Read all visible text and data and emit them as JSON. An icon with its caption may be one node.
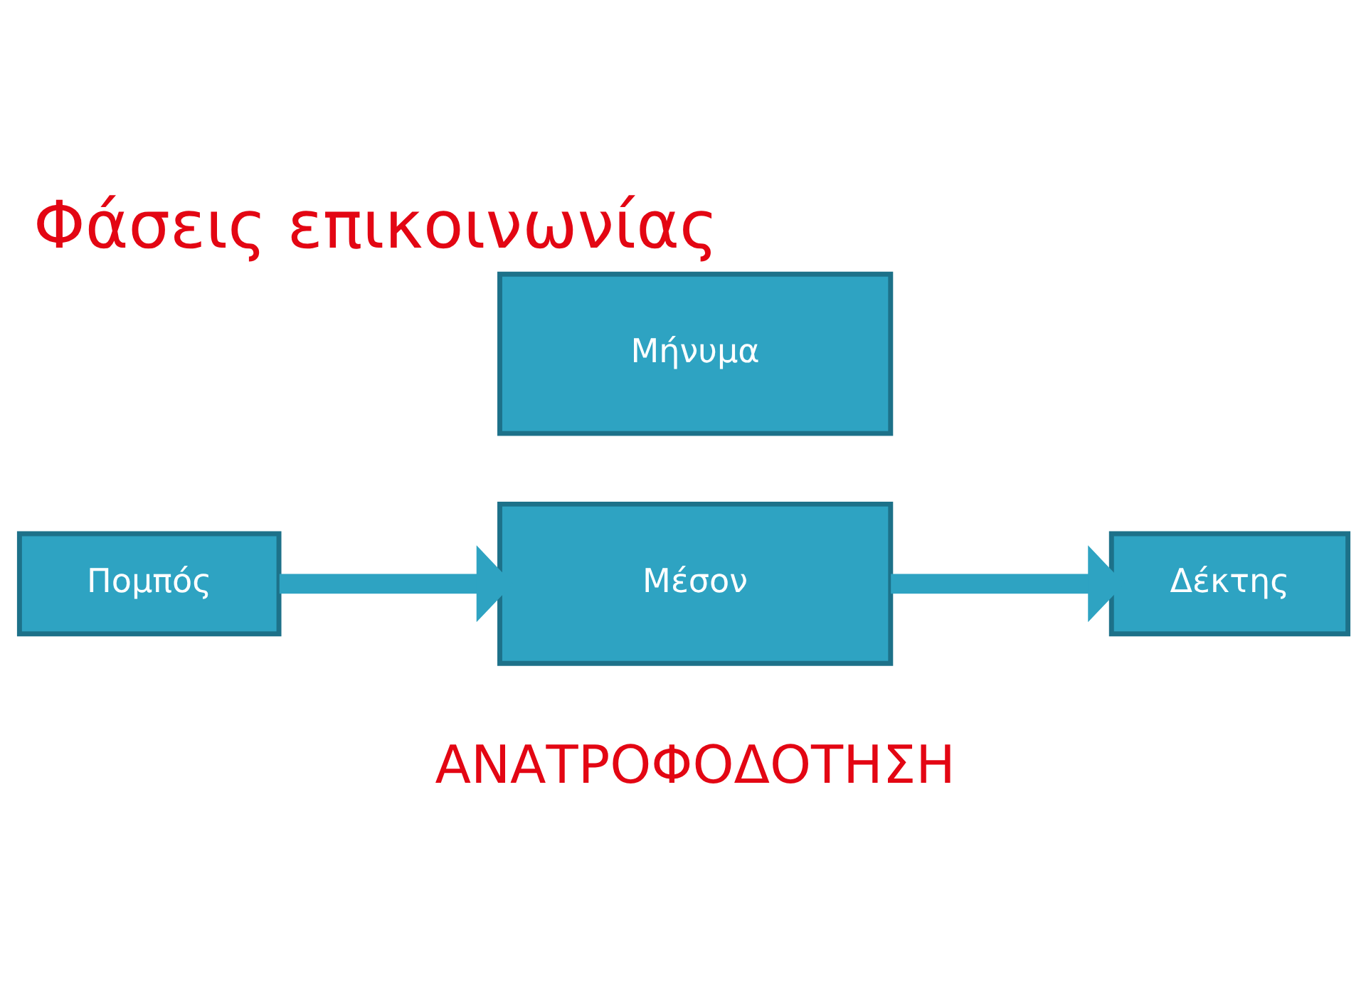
{
  "diagram": {
    "title": "Φάσεις επικοινωνίας",
    "nodes": [
      {
        "text": [
          "Μήνυμα"
        ]
      },
      {
        "text": [
          "Πομπός"
        ]
      },
      {
        "text": [
          "Δέκτης"
        ]
      },
      {
        "text": [
          "Μέσον"
        ]
      }
    ],
    "edges": [
      {
        "from": 1,
        "to": 3,
        "arrow": "to"
      },
      {
        "from": 3,
        "to": 2,
        "arrow": "to"
      }
    ],
    "labels": [
      "ΑΝΑΤΡΟΦΟΔΟΤΗΣΗ"
    ]
  }
}
